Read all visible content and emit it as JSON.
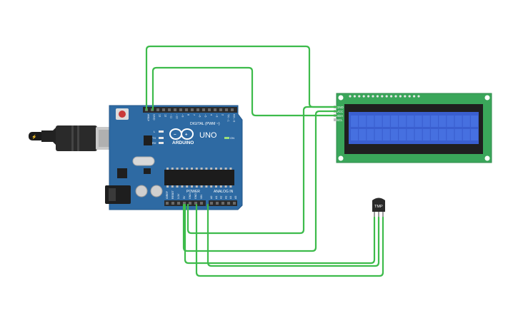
{
  "colors": {
    "board": "#2e6aa3",
    "board_edge": "#24578a",
    "header": "#2b2b2b",
    "lcd_pcb": "#3aa65a",
    "lcd_frame": "#1f1f1f",
    "lcd_screen": "#3a5fd0",
    "wire": "#3dbb4b",
    "tmp_body": "#2a2a2a"
  },
  "icons": {
    "usb_cable": "usb-cable-icon",
    "arduino_logo": "infinity-logo-icon"
  },
  "arduino": {
    "brand": "ARDUINO",
    "model": "UNO",
    "digital_label": "DIGITAL (PWM ~)",
    "power_label": "POWER",
    "analog_label": "ANALOG IN",
    "on_label": "ON",
    "tx_label": "TX",
    "rx_label": "RX",
    "l_label": "L",
    "top_pins": [
      "AREF",
      "GND",
      "13",
      "12",
      "~11",
      "~10",
      "~9",
      "8",
      "7",
      "~6",
      "~5",
      "4",
      "~3",
      "2",
      "TX→1",
      "RX←0"
    ],
    "power_pins": [
      "IOREF",
      "RESET",
      "3.3V",
      "5V",
      "GND",
      "GND",
      "VIN"
    ],
    "analog_pins": [
      "A0",
      "A1",
      "A2",
      "A3",
      "A4",
      "A5"
    ]
  },
  "lcd": {
    "pins": [
      "GND",
      "VCC",
      "SDA",
      "SCL"
    ]
  },
  "sensor": {
    "label": "TMP"
  }
}
